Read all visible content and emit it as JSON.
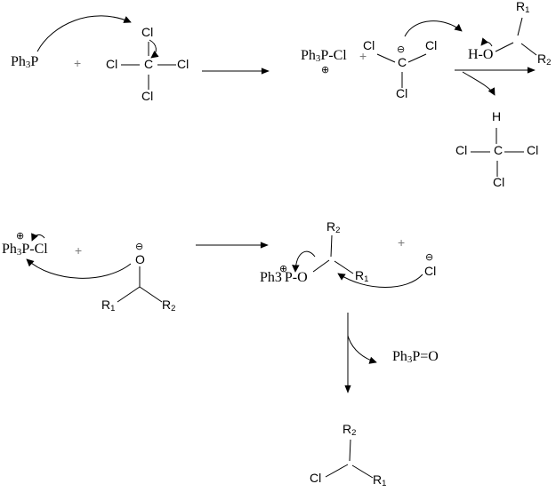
{
  "diagram": {
    "kind": "organic-reaction-mechanism"
  },
  "t": {
    "ph": "Ph",
    "three": "3",
    "p": "P",
    "pcl": "P-Cl",
    "po": "P-O",
    "peo": "P=O",
    "cl": "Cl",
    "c": "C",
    "h": "H",
    "o": "O",
    "ho": "H-O",
    "r": "R",
    "one": "1",
    "two": "2",
    "plus": "+",
    "oplus": "⊕",
    "ominus": "⊖"
  },
  "colors": {
    "ink": "#000000",
    "plus_sign_gray": "#7a7a7a",
    "background": "#ffffff"
  }
}
